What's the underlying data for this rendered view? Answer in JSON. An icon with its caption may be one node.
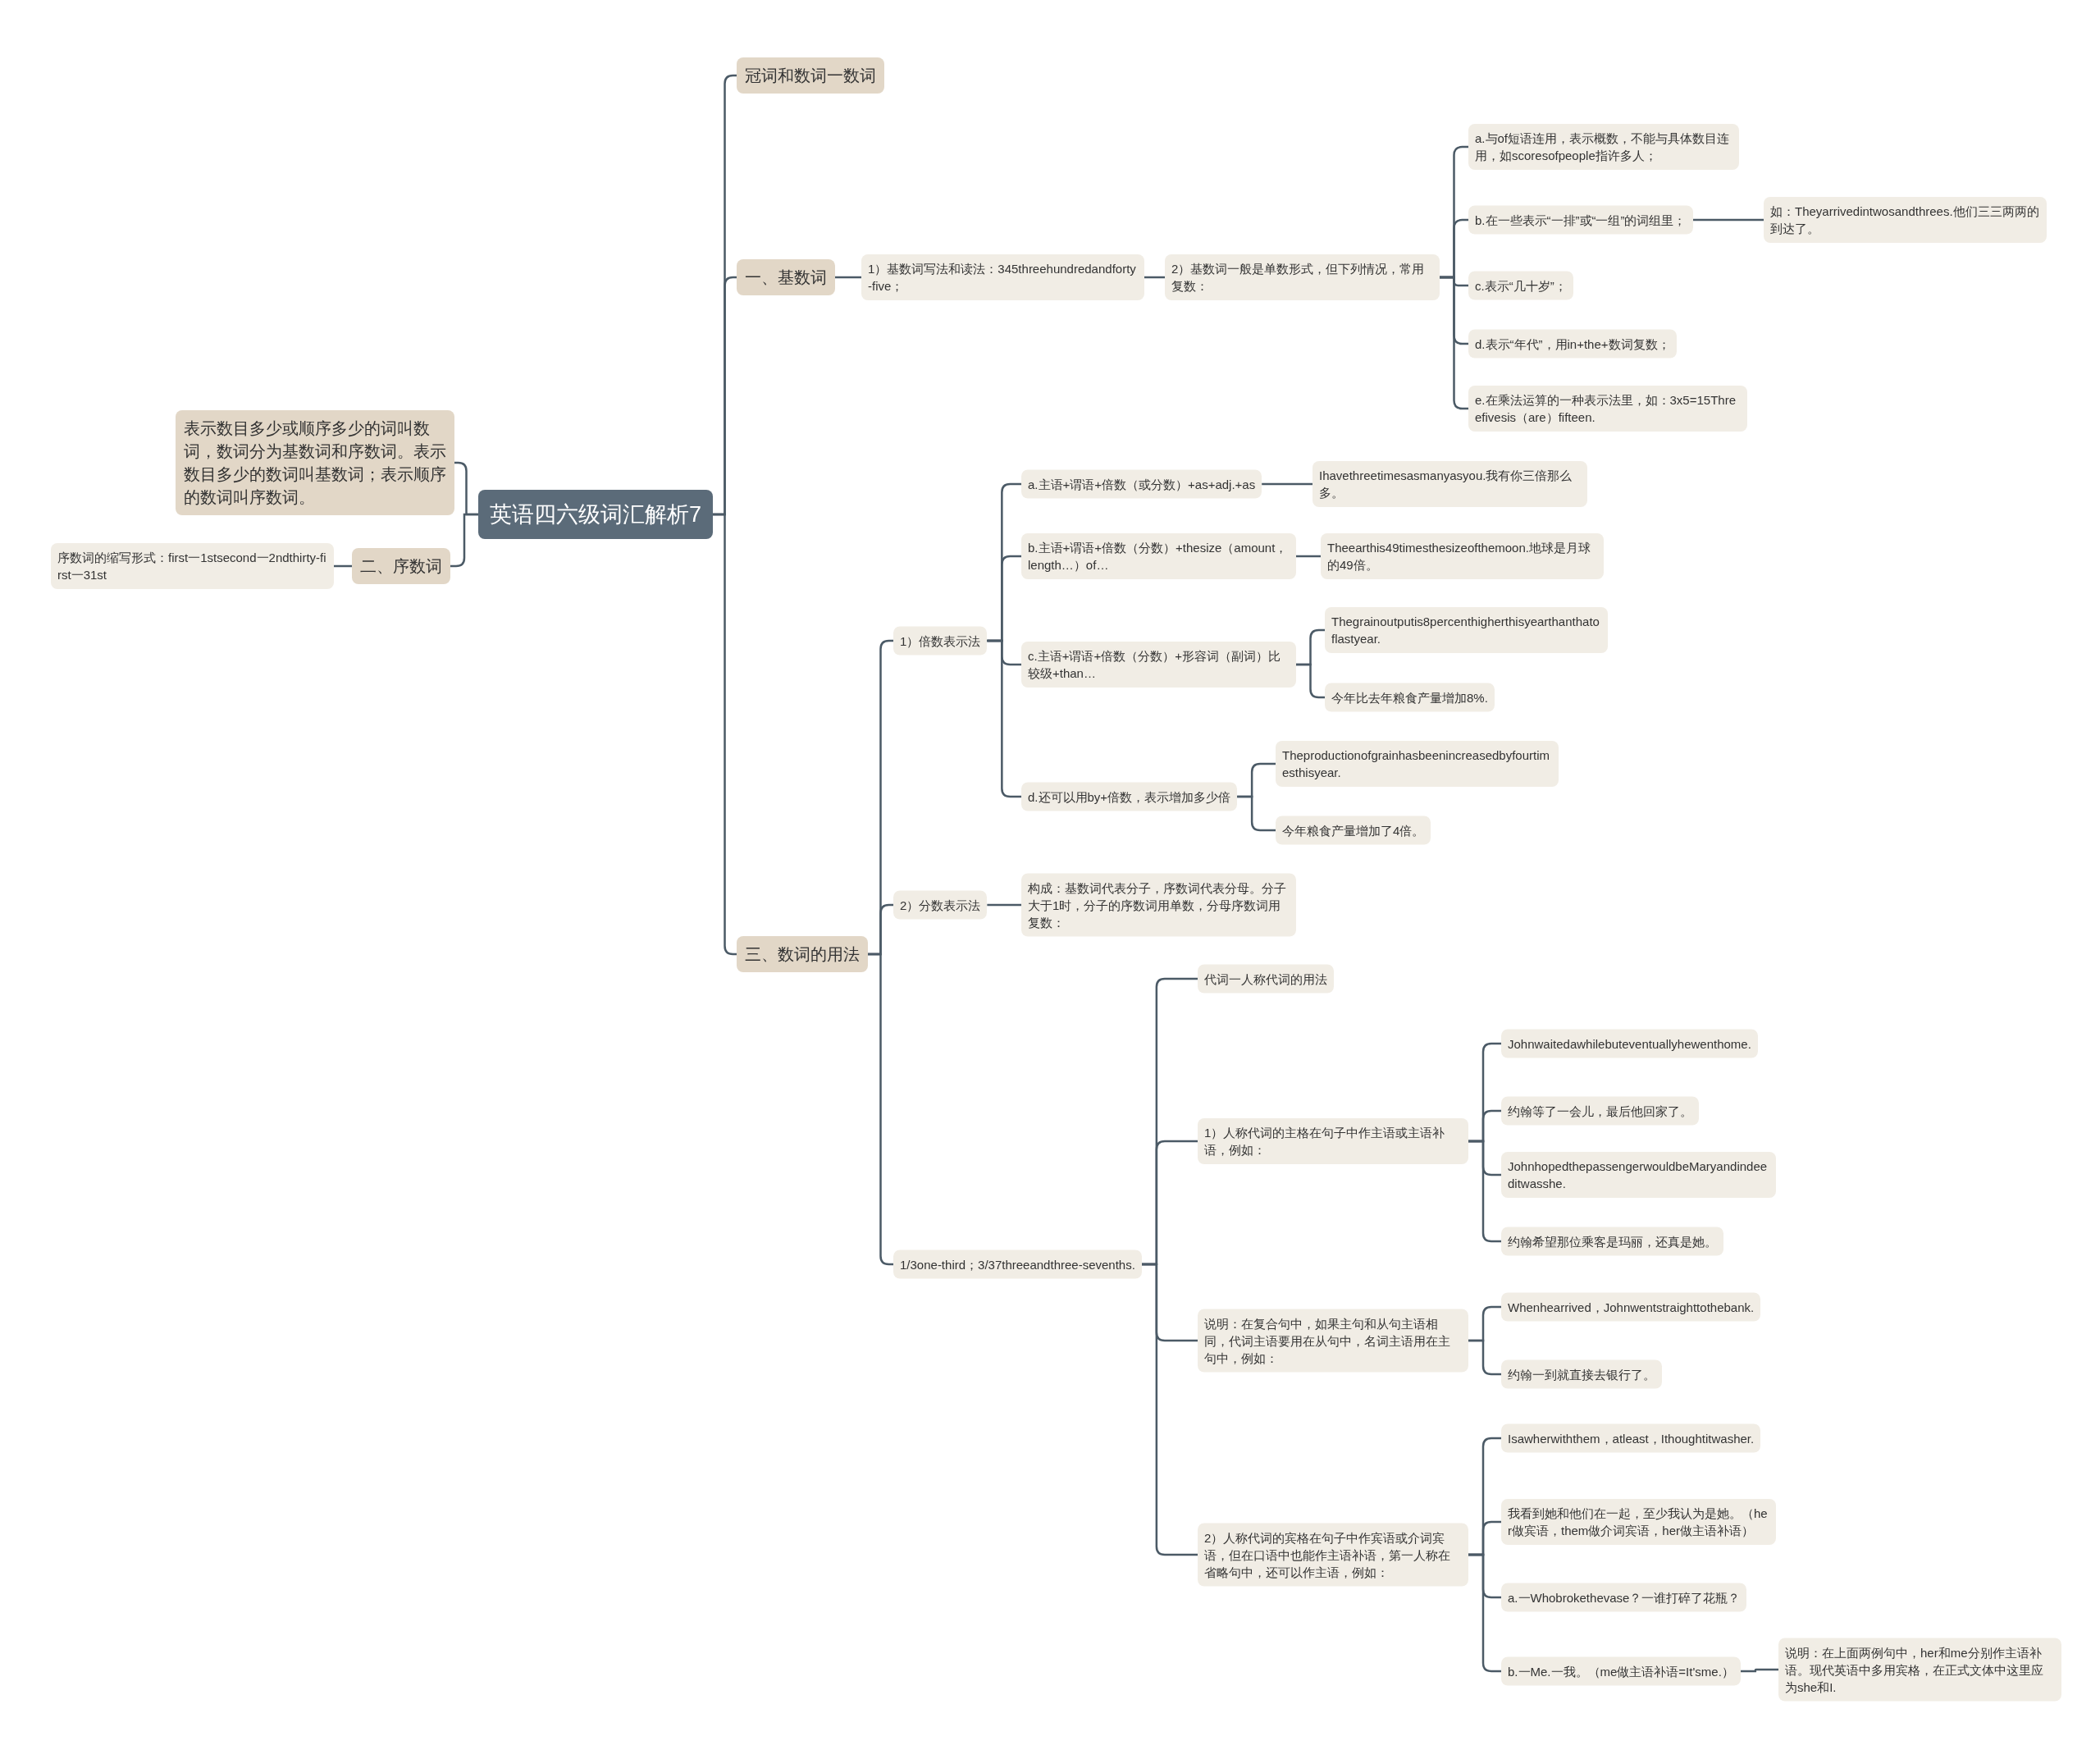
{
  "diagram": {
    "nodes": [
      {
        "text": [
          "英语四六级词汇解析7"
        ]
      },
      {
        "text": [
          "表示数目多少或顺序多少的词叫数词，数词分为基数词和序数词。表示数目多少的数词叫基数词；表示顺序的数词叫序数词。"
        ]
      },
      {
        "text": [
          "二、序数词"
        ]
      },
      {
        "text": [
          "序数词的缩写形式：first一1stsecond一2ndthirty-first一31st"
        ]
      },
      {
        "text": [
          "冠词和数词一数词"
        ]
      },
      {
        "text": [
          "一、基数词"
        ]
      },
      {
        "text": [
          "1）基数词写法和读法：345threehundredandforty-five；"
        ]
      },
      {
        "text": [
          "2）基数词一般是单数形式，但下列情况，常用复数："
        ]
      },
      {
        "text": [
          "a.与of短语连用，表示概数，不能与具体数目连用，如scoresofpeople指许多人；"
        ]
      },
      {
        "text": [
          "b.在一些表示“一排”或“一组”的词组里；"
        ]
      },
      {
        "text": [
          "如：Theyarrivedintwosandthrees.他们三三两两的到达了。"
        ]
      },
      {
        "text": [
          "c.表示“几十岁”；"
        ]
      },
      {
        "text": [
          "d.表示“年代”，用in+the+数词复数；"
        ]
      },
      {
        "text": [
          "e.在乘法运算的一种表示法里，如：3x5=15Threefivesis（are）fifteen."
        ]
      },
      {
        "text": [
          "三、数词的用法"
        ]
      },
      {
        "text": [
          "1）倍数表示法"
        ]
      },
      {
        "text": [
          "a.主语+谓语+倍数（或分数）+as+adj.+as"
        ]
      },
      {
        "text": [
          "Ihavethreetimesasmanyasyou.我有你三倍那么多。"
        ]
      },
      {
        "text": [
          "b.主语+谓语+倍数（分数）+thesize（amount，length…）of…"
        ]
      },
      {
        "text": [
          "Theearthis49timesthesizeofthemoon.地球是月球的49倍。"
        ]
      },
      {
        "text": [
          "c.主语+谓语+倍数（分数）+形容词（副词）比较级+than…"
        ]
      },
      {
        "text": [
          "Thegrainoutputis8percenthigherthisyearthanthatoflastyear."
        ]
      },
      {
        "text": [
          "今年比去年粮食产量增加8%."
        ]
      },
      {
        "text": [
          "d.还可以用by+倍数，表示增加多少倍"
        ]
      },
      {
        "text": [
          "Theproductionofgrainhasbeenincreasedbyfourtimesthisyear."
        ]
      },
      {
        "text": [
          "今年粮食产量增加了4倍。"
        ]
      },
      {
        "text": [
          "2）分数表示法"
        ]
      },
      {
        "text": [
          "构成：基数词代表分子，序数词代表分母。分子大于1时，分子的序数词用单数，分母序数词用复数："
        ]
      },
      {
        "text": [
          "1/3one-third；3/37threeandthree-sevenths."
        ]
      },
      {
        "text": [
          "代词一人称代词的用法"
        ]
      },
      {
        "text": [
          "1）人称代词的主格在句子中作主语或主语补语，例如："
        ]
      },
      {
        "text": [
          "Johnwaitedawhilebuteventuallyhewenthome."
        ]
      },
      {
        "text": [
          "约翰等了一会儿，最后他回家了。"
        ]
      },
      {
        "text": [
          "JohnhopedthepassengerwouldbeMaryandindeeditwasshe."
        ]
      },
      {
        "text": [
          "约翰希望那位乘客是玛丽，还真是她。"
        ]
      },
      {
        "text": [
          "说明：在复合句中，如果主句和从句主语相同，代词主语要用在从句中，名词主语用在主句中，例如："
        ]
      },
      {
        "text": [
          "Whenhearrived，Johnwentstraighttothebank."
        ]
      },
      {
        "text": [
          "约翰一到就直接去银行了。"
        ]
      },
      {
        "text": [
          "2）人称代词的宾格在句子中作宾语或介词宾语，但在口语中也能作主语补语，第一人称在省略句中，还可以作主语，例如："
        ]
      },
      {
        "text": [
          "Isawherwiththem，atleast，Ithoughtitwasher."
        ]
      },
      {
        "text": [
          "我看到她和他们在一起，至少我认为是她。（her做宾语，them做介词宾语，her做主语补语）"
        ]
      },
      {
        "text": [
          "a.一Whobrokethevase？一谁打碎了花瓶？"
        ]
      },
      {
        "text": [
          "b.一Me.一我。（me做主语补语=It'sme.）"
        ]
      },
      {
        "text": [
          "说明：在上面两例句中，her和me分别作主语补语。现代英语中多用宾格，在正式文体中这里应为she和I."
        ]
      }
    ],
    "edges": [
      {
        "from": 0,
        "to": 1,
        "arrow": "none"
      },
      {
        "from": 0,
        "to": 2,
        "arrow": "none"
      },
      {
        "from": 2,
        "to": 3,
        "arrow": "none"
      },
      {
        "from": 0,
        "to": 4,
        "arrow": "none"
      },
      {
        "from": 0,
        "to": 5,
        "arrow": "none"
      },
      {
        "from": 5,
        "to": 6,
        "arrow": "none"
      },
      {
        "from": 6,
        "to": 7,
        "arrow": "none"
      },
      {
        "from": 7,
        "to": 8,
        "arrow": "none"
      },
      {
        "from": 7,
        "to": 9,
        "arrow": "none"
      },
      {
        "from": 9,
        "to": 10,
        "arrow": "none"
      },
      {
        "from": 7,
        "to": 11,
        "arrow": "none"
      },
      {
        "from": 7,
        "to": 12,
        "arrow": "none"
      },
      {
        "from": 7,
        "to": 13,
        "arrow": "none"
      },
      {
        "from": 0,
        "to": 14,
        "arrow": "none"
      },
      {
        "from": 14,
        "to": 15,
        "arrow": "none"
      },
      {
        "from": 15,
        "to": 16,
        "arrow": "none"
      },
      {
        "from": 16,
        "to": 17,
        "arrow": "none"
      },
      {
        "from": 15,
        "to": 18,
        "arrow": "none"
      },
      {
        "from": 18,
        "to": 19,
        "arrow": "none"
      },
      {
        "from": 15,
        "to": 20,
        "arrow": "none"
      },
      {
        "from": 20,
        "to": 21,
        "arrow": "none"
      },
      {
        "from": 20,
        "to": 22,
        "arrow": "none"
      },
      {
        "from": 15,
        "to": 23,
        "arrow": "none"
      },
      {
        "from": 23,
        "to": 24,
        "arrow": "none"
      },
      {
        "from": 23,
        "to": 25,
        "arrow": "none"
      },
      {
        "from": 14,
        "to": 26,
        "arrow": "none"
      },
      {
        "from": 26,
        "to": 27,
        "arrow": "none"
      },
      {
        "from": 14,
        "to": 28,
        "arrow": "none"
      },
      {
        "from": 28,
        "to": 29,
        "arrow": "none"
      },
      {
        "from": 28,
        "to": 30,
        "arrow": "none"
      },
      {
        "from": 30,
        "to": 31,
        "arrow": "none"
      },
      {
        "from": 30,
        "to": 32,
        "arrow": "none"
      },
      {
        "from": 30,
        "to": 33,
        "arrow": "none"
      },
      {
        "from": 30,
        "to": 34,
        "arrow": "none"
      },
      {
        "from": 28,
        "to": 35,
        "arrow": "none"
      },
      {
        "from": 35,
        "to": 36,
        "arrow": "none"
      },
      {
        "from": 35,
        "to": 37,
        "arrow": "none"
      },
      {
        "from": 28,
        "to": 38,
        "arrow": "none"
      },
      {
        "from": 38,
        "to": 39,
        "arrow": "none"
      },
      {
        "from": 38,
        "to": 40,
        "arrow": "none"
      },
      {
        "from": 38,
        "to": 41,
        "arrow": "none"
      },
      {
        "from": 38,
        "to": 42,
        "arrow": "none"
      },
      {
        "from": 42,
        "to": 43,
        "arrow": "none"
      }
    ]
  }
}
